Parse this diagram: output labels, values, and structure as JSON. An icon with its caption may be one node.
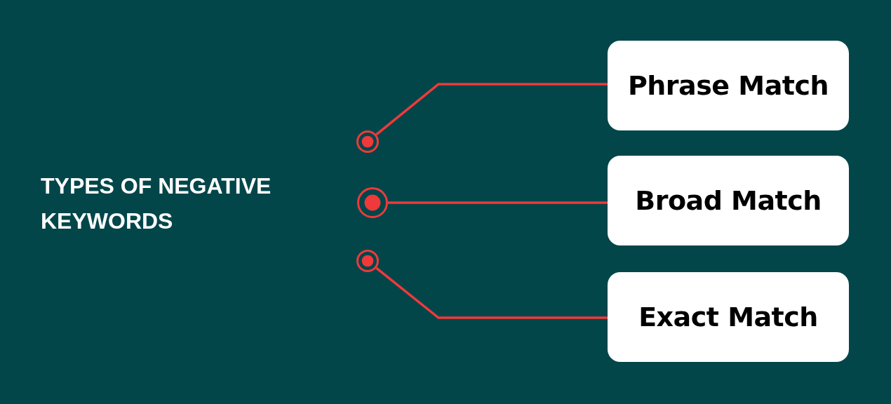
{
  "diagram": {
    "title": "TYPES OF NEGATIVE KEYWORDS",
    "nodes": [
      {
        "text": [],
        "shape": "circle"
      },
      {
        "text": [],
        "shape": "circle"
      },
      {
        "text": [],
        "shape": "circle"
      },
      {
        "text": [
          "Phrase Match"
        ]
      },
      {
        "text": [
          "Broad Match"
        ]
      },
      {
        "text": [
          "Exact Match"
        ]
      }
    ],
    "edges": [
      {
        "from": 0,
        "to": 3,
        "arrow": "none"
      },
      {
        "from": 1,
        "to": 4,
        "arrow": "none"
      },
      {
        "from": 2,
        "to": 5,
        "arrow": "none"
      }
    ]
  }
}
